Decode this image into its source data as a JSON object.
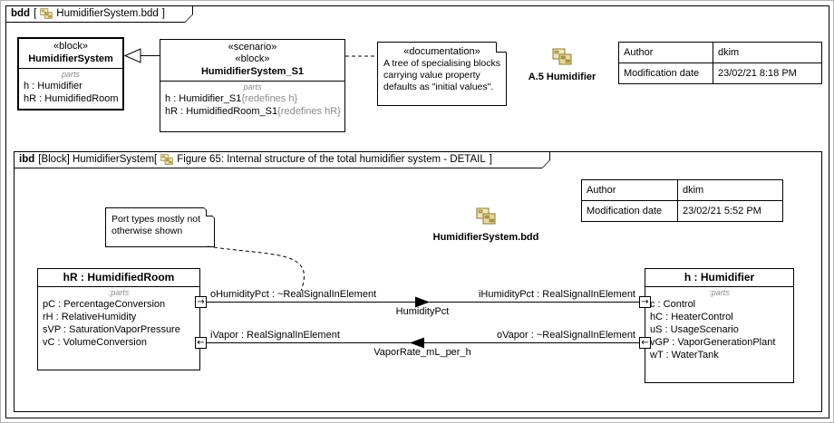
{
  "colors": {
    "line": "#000000",
    "muted_gray": "#8c8c8c",
    "icon_gold_fill": "#e7d9a2",
    "icon_gold_stroke": "#8a7a2a"
  },
  "bdd_frame": {
    "tab_kind": "bdd",
    "tab_open": "[",
    "tab_name": "HumidifierSystem.bdd",
    "tab_close": "]"
  },
  "bdd": {
    "system_block": {
      "stereotype": "«block»",
      "name": "HumidifierSystem",
      "parts_label": "parts",
      "parts": [
        "h : Humidifier",
        "hR : HumidifiedRoom"
      ]
    },
    "scenario_block": {
      "stereotype_scenario": "«scenario»",
      "stereotype_block": "«block»",
      "name": "HumidifierSystem_S1",
      "parts_label": "parts",
      "parts": [
        {
          "text": "h : Humidifier_S1",
          "redefines": "{redefines h}"
        },
        {
          "text": "hR : HumidifiedRoom_S1",
          "redefines": "{redefines hR}"
        }
      ]
    },
    "documentation_note": {
      "stereotype": "«documentation»",
      "line1": "A tree of specialising blocks",
      "line2": "carrying value property",
      "line3": "defaults as \"initial values\"."
    },
    "diagram_shortcut": {
      "label": "A.5 Humidifier"
    },
    "info_table": {
      "author_label": "Author",
      "author_value": "dkim",
      "mod_label": "Modification date",
      "mod_value": "23/02/21 8:18 PM"
    }
  },
  "ibd": {
    "tab_kind": "ibd",
    "tab_type": "[Block] HumidifierSystem[",
    "tab_title": "Figure 65: Internal structure of the total humidifier system - DETAIL",
    "tab_close": "]",
    "note": {
      "line1": "Port types mostly not",
      "line2": "otherwise shown"
    },
    "diagram_shortcut": {
      "label": "HumidifierSystem.bdd"
    },
    "info_table": {
      "author_label": "Author",
      "author_value": "dkim",
      "mod_label": "Modification date",
      "mod_value": "23/02/21 5:52 PM"
    },
    "room_part": {
      "name": "hR : HumidifiedRoom",
      "parts_label": ":parts",
      "parts": [
        "pC : PercentageConversion",
        "rH : RelativeHumidity",
        "sVP : SaturationVaporPressure",
        "vC : VolumeConversion"
      ]
    },
    "humidifier_part": {
      "name": "h : Humidifier",
      "parts_label": ":parts",
      "parts": [
        "c : Control",
        "hC : HeaterControl",
        "uS : UsageScenario",
        "vGP : VaporGenerationPlant",
        "wT : WaterTank"
      ]
    },
    "ports": {
      "room_out": "→",
      "room_in": "←",
      "humidifier_in": "→",
      "humidifier_out": "←"
    },
    "connectors": {
      "humidity": {
        "source_label": "oHumidityPct : ~RealSignalInElement",
        "target_label": "iHumidityPct : RealSignalInElement",
        "flow_label": "HumidityPct"
      },
      "vapor": {
        "source_label": "oVapor : ~RealSignalInElement",
        "target_label": "iVapor : RealSignalInElement",
        "flow_label": "VaporRate_mL_per_h"
      }
    }
  }
}
